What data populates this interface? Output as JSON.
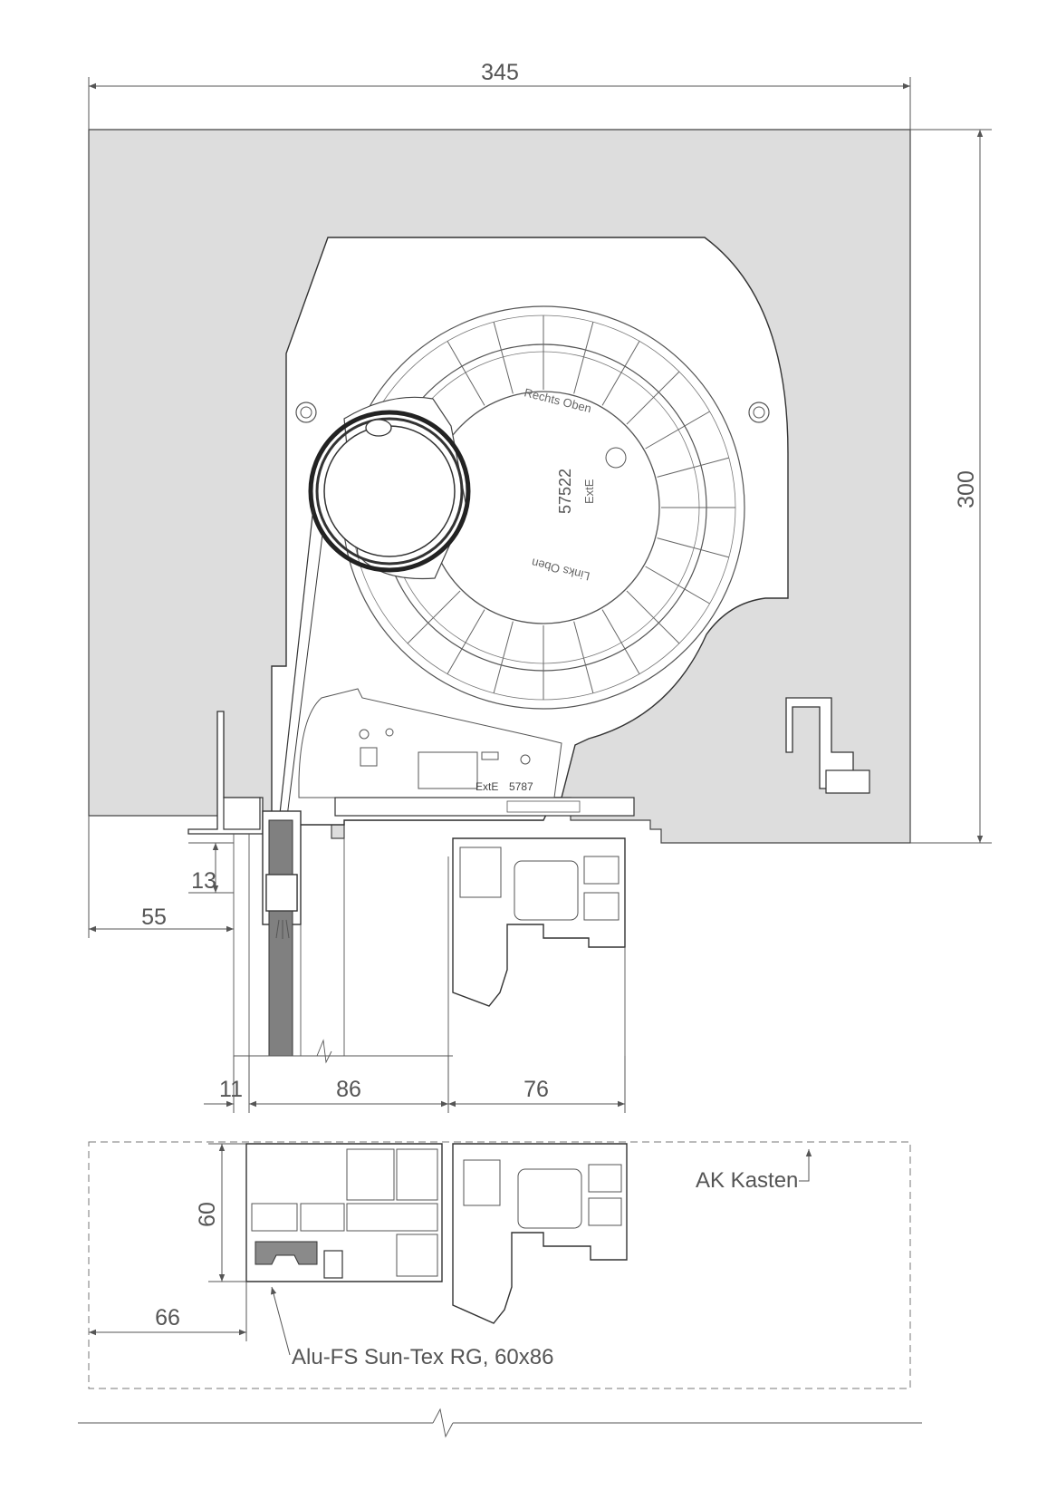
{
  "dimensions": {
    "total_width": "345",
    "total_height": "300",
    "d13": "13",
    "d55": "55",
    "d11": "11",
    "d86": "86",
    "d76": "76",
    "d60": "60",
    "d66": "66"
  },
  "labels": {
    "ak_kasten": "AK Kasten",
    "profile_note": "Alu-FS Sun-Tex RG, 60x86"
  },
  "markings": {
    "part_number": "57522",
    "rechts_oben": "Rechts Oben",
    "links_oben": "Links Oben",
    "brand": "ExtE",
    "frame_part": "5787"
  }
}
